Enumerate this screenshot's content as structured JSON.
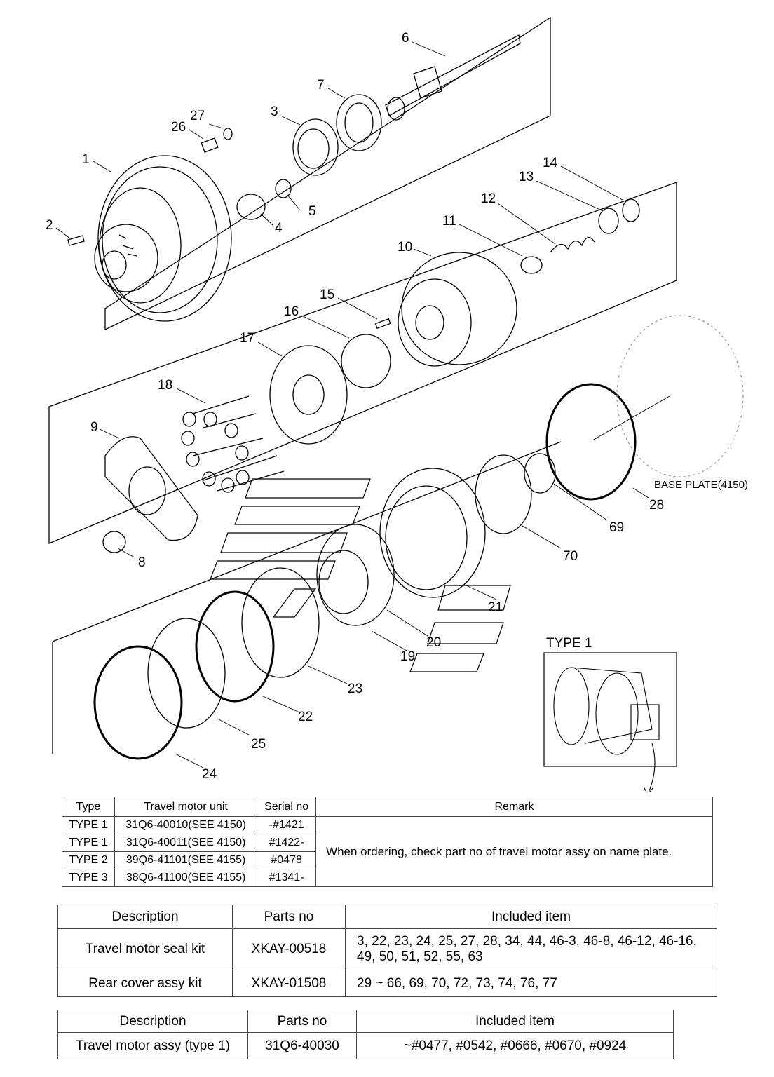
{
  "callouts": {
    "c1": "1",
    "c2": "2",
    "c3": "3",
    "c4": "4",
    "c5": "5",
    "c6": "6",
    "c7": "7",
    "c8": "8",
    "c9": "9",
    "c10": "10",
    "c11": "11",
    "c12": "12",
    "c13": "13",
    "c14": "14",
    "c15": "15",
    "c16": "16",
    "c17": "17",
    "c18": "18",
    "c19": "19",
    "c20": "20",
    "c21": "21",
    "c22": "22",
    "c23": "23",
    "c24": "24",
    "c25": "25",
    "c26": "26",
    "c27": "27",
    "c28": "28",
    "c69": "69",
    "c70": "70"
  },
  "base_plate_note": "BASE PLATE(4150)",
  "inset": {
    "title": "TYPE 1"
  },
  "type_table": {
    "headers": [
      "Type",
      "Travel motor unit",
      "Serial no",
      "Remark"
    ],
    "rows": [
      [
        "TYPE 1",
        "31Q6-40010(SEE 4150)",
        "-#1421"
      ],
      [
        "TYPE 1",
        "31Q6-40011(SEE 4150)",
        "#1422-"
      ],
      [
        "TYPE 2",
        "39Q6-41101(SEE 4155)",
        "#0478"
      ],
      [
        "TYPE 3",
        "38Q6-41100(SEE 4155)",
        "#1341-"
      ]
    ],
    "remark": "When ordering, check part no of travel motor assy on name plate."
  },
  "kit_table": {
    "headers": [
      "Description",
      "Parts no",
      "Included item"
    ],
    "rows": [
      [
        "Travel motor seal kit",
        "XKAY-00518",
        "3, 22, 23, 24, 25, 27, 28, 34, 44, 46-3, 46-8, 46-12, 46-16, 49, 50, 51, 52, 55, 63"
      ],
      [
        "Rear cover assy kit",
        "XKAY-01508",
        "29 ~ 66, 69, 70, 72, 73, 74, 76, 77"
      ]
    ]
  },
  "assy_table": {
    "headers": [
      "Description",
      "Parts no",
      "Included item"
    ],
    "rows": [
      [
        "Travel motor assy (type 1)",
        "31Q6-40030",
        "~#0477, #0542, #0666, #0670, #0924"
      ]
    ]
  }
}
